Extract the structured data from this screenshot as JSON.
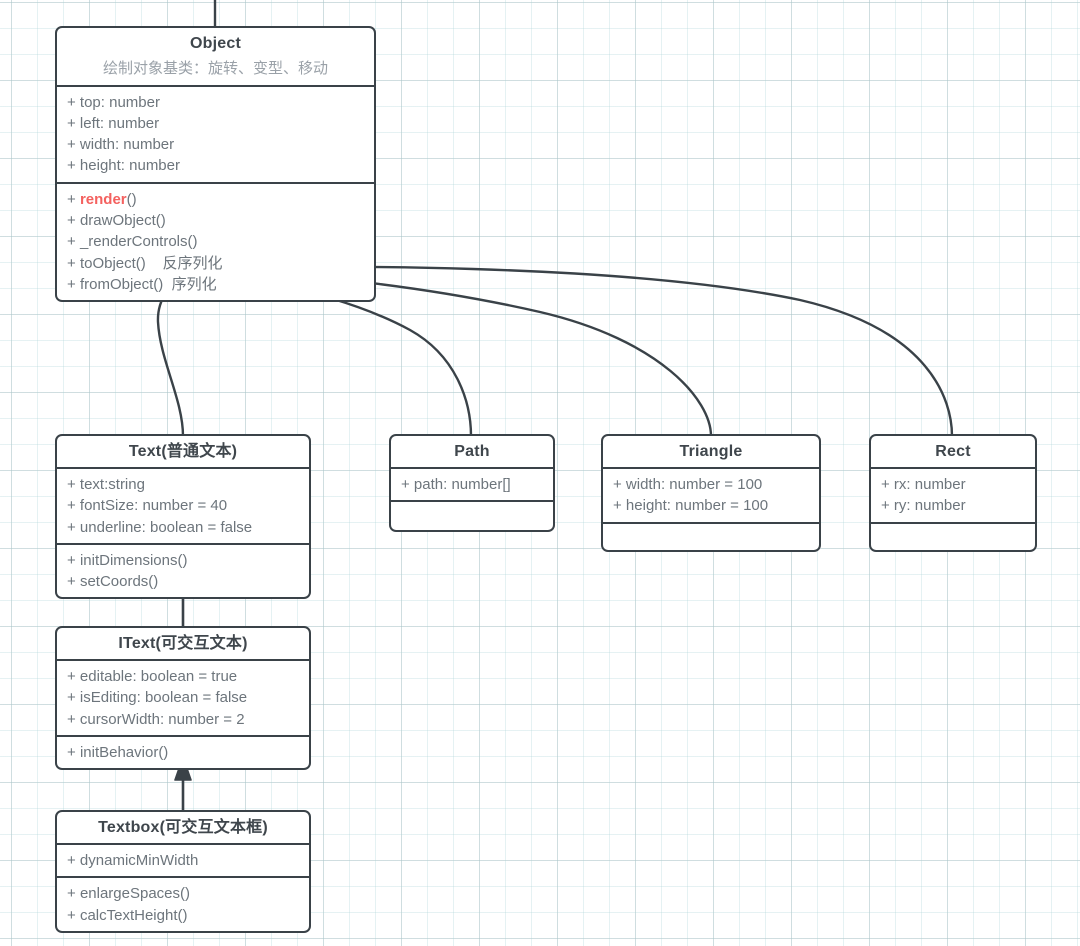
{
  "diagram": {
    "type": "uml-class-diagram",
    "background": "graph-paper-grid",
    "grid_color": "#d9e8ea",
    "line_color": "#3a4248",
    "text_color": "#6d757c",
    "title_color": "#3f464c",
    "accent_color": "#f4615f"
  },
  "classes": [
    {
      "id": "object",
      "name": "Object",
      "subtitle": "绘制对象基类：旋转、变型、移动",
      "attributes": [
        "+ top: number",
        "+ left: number",
        "+ width: number",
        "+ height: number"
      ],
      "methods": [
        {
          "prefix": "+ ",
          "accent": "render",
          "suffix": "()",
          "note": ""
        },
        {
          "prefix": "+ ",
          "accent": "",
          "suffix": "drawObject()",
          "note": ""
        },
        {
          "prefix": "+ ",
          "accent": "",
          "suffix": "_renderControls()",
          "note": ""
        },
        {
          "prefix": "+ ",
          "accent": "",
          "suffix": "toObject()",
          "note": "    反序列化"
        },
        {
          "prefix": "+ ",
          "accent": "",
          "suffix": "fromObject()",
          "note": "  序列化"
        }
      ]
    },
    {
      "id": "text",
      "name": "Text(普通文本)",
      "subtitle": "",
      "attributes": [
        "+ text:string",
        "+ fontSize: number = 40",
        "+ underline: boolean = false"
      ],
      "methods": [
        {
          "prefix": "+ ",
          "accent": "",
          "suffix": "initDimensions()",
          "note": ""
        },
        {
          "prefix": "+ ",
          "accent": "",
          "suffix": "setCoords()",
          "note": ""
        }
      ]
    },
    {
      "id": "itext",
      "name": "IText(可交互文本)",
      "subtitle": "",
      "attributes": [
        "+ editable: boolean = true",
        "+ isEditing: boolean = false",
        "+ cursorWidth: number = 2"
      ],
      "methods": [
        {
          "prefix": "+ ",
          "accent": "",
          "suffix": "initBehavior()",
          "note": ""
        }
      ]
    },
    {
      "id": "textbox",
      "name": "Textbox(可交互文本框)",
      "subtitle": "",
      "attributes": [
        "+ dynamicMinWidth"
      ],
      "methods": [
        {
          "prefix": "+ ",
          "accent": "",
          "suffix": "enlargeSpaces()",
          "note": ""
        },
        {
          "prefix": "+ ",
          "accent": "",
          "suffix": "calcTextHeight()",
          "note": ""
        }
      ]
    },
    {
      "id": "path",
      "name": "Path",
      "subtitle": "",
      "attributes": [
        "+ path: number[]"
      ],
      "methods": []
    },
    {
      "id": "triangle",
      "name": "Triangle",
      "subtitle": "",
      "attributes": [
        "+ width: number = 100",
        "+ height: number = 100"
      ],
      "methods": []
    },
    {
      "id": "rect",
      "name": "Rect",
      "subtitle": "",
      "attributes": [
        "+ rx: number",
        "+ ry: number"
      ],
      "methods": []
    }
  ],
  "relations": [
    {
      "from": "text",
      "to": "object",
      "kind": "generalization",
      "arrow": "hollow-triangle"
    },
    {
      "from": "path",
      "to": "object",
      "kind": "generalization",
      "arrow": "hollow-triangle"
    },
    {
      "from": "triangle",
      "to": "object",
      "kind": "generalization",
      "arrow": "hollow-triangle"
    },
    {
      "from": "rect",
      "to": "object",
      "kind": "generalization",
      "arrow": "hollow-triangle"
    },
    {
      "from": "itext",
      "to": "text",
      "kind": "generalization",
      "arrow": "solid-triangle"
    },
    {
      "from": "textbox",
      "to": "itext",
      "kind": "generalization",
      "arrow": "solid-triangle"
    }
  ]
}
